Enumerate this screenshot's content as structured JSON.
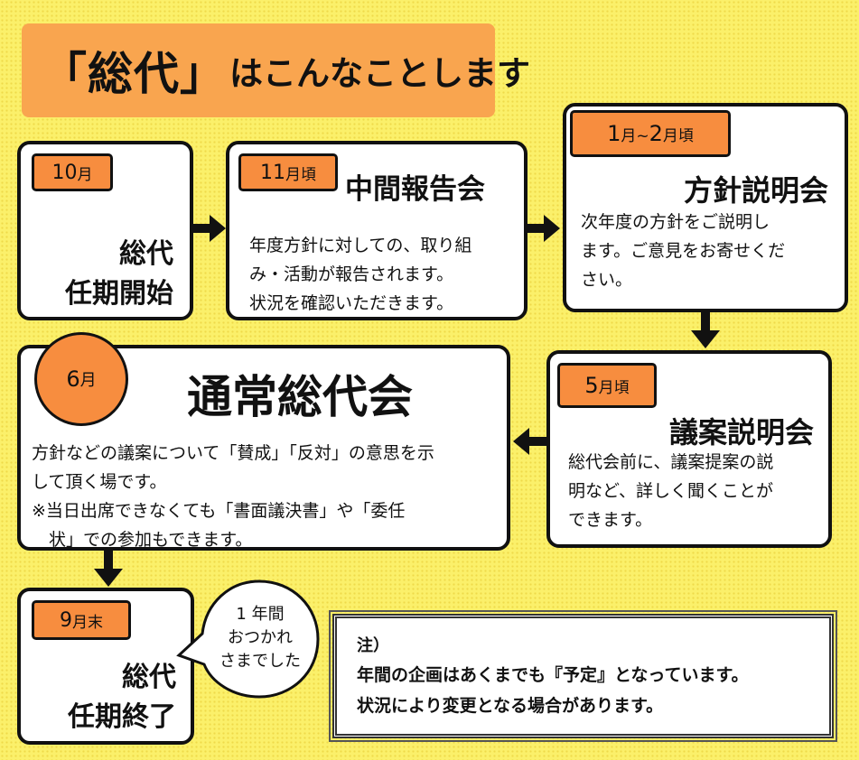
{
  "title": {
    "bracketed": "「総代」",
    "rest": "はこんなことします"
  },
  "steps": {
    "oct": {
      "tag": "10",
      "tag_unit": "月",
      "title_line1": "総代",
      "title_line2": "任期開始"
    },
    "nov": {
      "tag": "11",
      "tag_unit": "月頃",
      "title": "中間報告会",
      "body": [
        "年度方針に対しての、取り組",
        "み・活動が報告されます。",
        "状況を確認いただきます。"
      ]
    },
    "jan": {
      "tag_a": "1",
      "tag_a_unit": "月~",
      "tag_b": "2",
      "tag_b_unit": "月頃",
      "title": "方針説明会",
      "body": [
        "次年度の方針をご説明し",
        "ます。ご意見をお寄せくだ",
        "さい。"
      ]
    },
    "may": {
      "tag": "5",
      "tag_unit": "月頃",
      "title": "議案説明会",
      "body": [
        "総代会前に、議案提案の説",
        "明など、詳しく聞くことが",
        "できます。"
      ]
    },
    "jun": {
      "tag": "6",
      "tag_unit": "月",
      "title": "通常総代会",
      "body": [
        "方針などの議案について「賛成」「反対」の意思を示",
        "して頂く場です。",
        "※当日出席できなくても「書面議決書」や「委任",
        "　状」での参加もできます。"
      ]
    },
    "sep": {
      "tag": "9",
      "tag_unit": "月末",
      "title_line1": "総代",
      "title_line2": "任期終了"
    }
  },
  "bubble": {
    "lines": [
      "1 年間",
      "おつかれ",
      "さまでした"
    ]
  },
  "note": {
    "label": "注）",
    "lines": [
      "年間の企画はあくまでも『予定』となっています。",
      "状況により変更となる場合があります。"
    ]
  }
}
